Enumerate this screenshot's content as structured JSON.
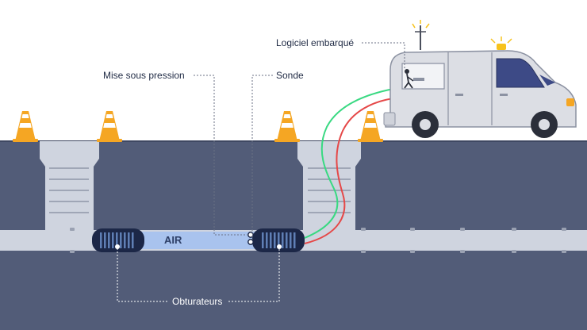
{
  "labels": {
    "software": "Logiciel embarqué",
    "pressure": "Mise sous pression",
    "probe": "Sonde",
    "air": "AIR",
    "plugs": "Obturateurs"
  },
  "colors": {
    "sky": "#ffffff",
    "ground": "#525c78",
    "pipe": "#cfd4df",
    "air_fill": "#a9c3ee",
    "plug": "#1c2747",
    "plug_stripe": "#5f7fb5",
    "cone_orange": "#f5a623",
    "cone_white": "#ffffff",
    "van_body": "#dcdee4",
    "van_line": "#8c92a2",
    "wheel": "#2b2f3a",
    "cable_green": "#39d982",
    "cable_red": "#e54848",
    "beacon": "#f7c21b",
    "leader": "#6b7284"
  },
  "icons": [
    "traffic-cone-icon",
    "van-icon",
    "beacon-icon",
    "antenna-icon",
    "operator-icon",
    "plug-icon"
  ]
}
